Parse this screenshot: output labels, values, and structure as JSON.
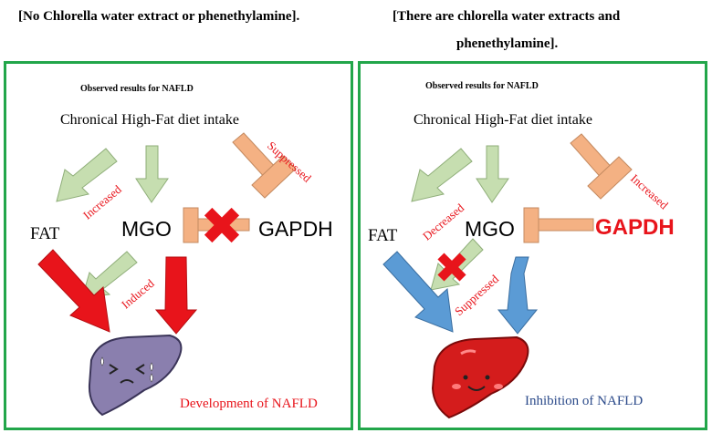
{
  "left": {
    "heading": "[No Chlorella water extract or phenethylamine].",
    "observed": "Observed results for NAFLD",
    "diet": "Chronical High-Fat diet intake",
    "increased": "Increased",
    "suppressed": "Suppressed",
    "induced": "Induced",
    "fat": "FAT",
    "mgo": "MGO",
    "gapdh": "GAPDH",
    "outcome": "Development of NAFLD"
  },
  "right": {
    "heading_line1": "[There are chlorella water extracts and",
    "heading_line2": "phenethylamine].",
    "observed": "Observed results for NAFLD",
    "diet": "Chronical High-Fat diet intake",
    "decreased": "Decreased",
    "increased": "Increased",
    "suppressed": "Suppressed",
    "fat": "FAT",
    "mgo": "MGO",
    "gapdh": "GAPDH",
    "outcome": "Inhibition of NAFLD"
  },
  "colors": {
    "frame": "#22a64a",
    "green_arrow": "#c6deb0",
    "orange_block": "#f4b183",
    "red": "#e8141b",
    "blue_arrow": "#5b9bd5",
    "liver_sick": "#8a7fae",
    "liver_healthy": "#d41c1c"
  },
  "icons": [
    "cross-mark-icon",
    "sick-liver-icon",
    "healthy-liver-icon"
  ]
}
